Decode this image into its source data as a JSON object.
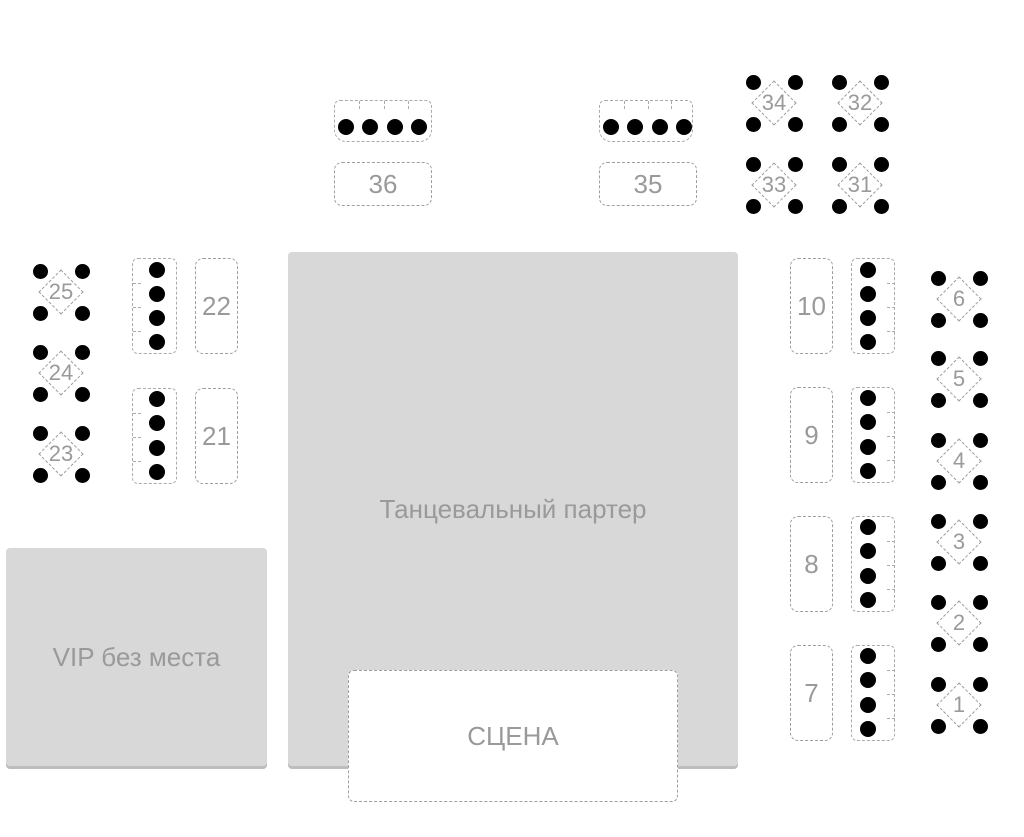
{
  "areas": {
    "dance_floor": "Танцевальный партер",
    "vip": "VIP без места",
    "stage": "СЦЕНА"
  },
  "tables": {
    "t36": "36",
    "t35": "35",
    "t22": "22",
    "t21": "21",
    "t10": "10",
    "t9": "9",
    "t8": "8",
    "t7": "7"
  },
  "booths": {
    "b34": "34",
    "b32": "32",
    "b33": "33",
    "b31": "31",
    "b25": "25",
    "b24": "24",
    "b23": "23",
    "b6": "6",
    "b5": "5",
    "b4": "4",
    "b3": "3",
    "b2": "2",
    "b1": "1"
  },
  "colors": {
    "area_fill": "#d8d8d8",
    "label_gray": "#9a9a9a",
    "seat": "#000000"
  }
}
